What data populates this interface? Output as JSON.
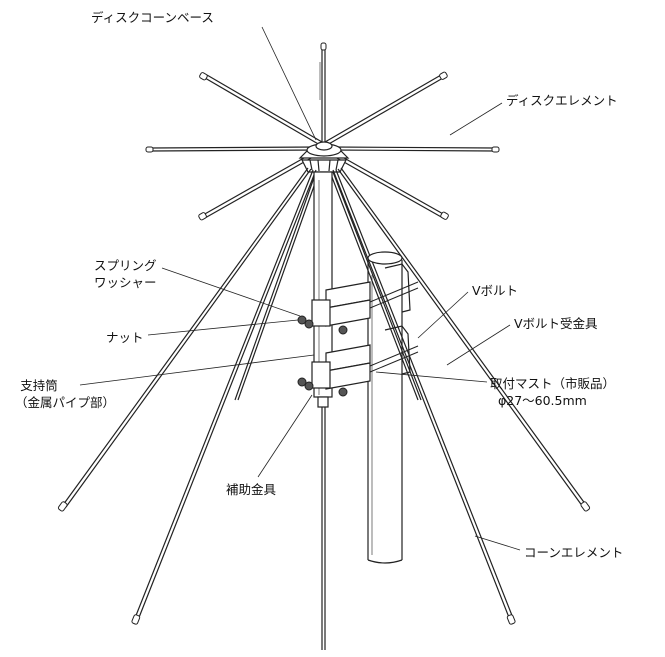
{
  "labels": {
    "disc_cone_base": "ディスクコーンベース",
    "disc_element": "ディスクエレメント",
    "spring_washer_line1": "スプリング",
    "spring_washer_line2": "ワッシャー",
    "nut": "ナット",
    "support_tube_line1": "支持筒",
    "support_tube_line2": "（金属パイプ部）",
    "v_bolt": "Vボルト",
    "v_bolt_receiver": "Vボルト受金具",
    "mounting_mast": "取付マスト（市販品）",
    "mast_diameter": "φ27～60.5mm",
    "reinforcing_bracket": "補助金具",
    "cone_element": "コーンエレメント"
  },
  "colors": {
    "line": "#222222",
    "background": "#ffffff"
  }
}
